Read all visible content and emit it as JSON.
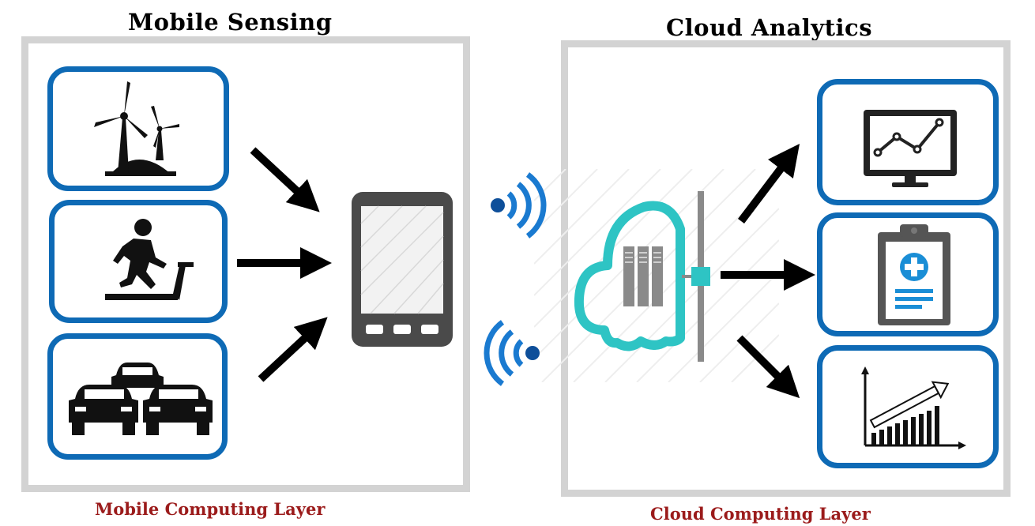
{
  "titles": {
    "left": "Mobile Sensing",
    "right": "Cloud Analytics"
  },
  "layers": {
    "left": "Mobile Computing Layer",
    "right": "Cloud Computing Layer"
  },
  "icons": {
    "sensors": [
      "wind-turbine-icon",
      "treadmill-runner-icon",
      "traffic-cars-icon"
    ],
    "hub": "smartphone-icon",
    "links": [
      "wifi-signal-icon",
      "wifi-signal-icon"
    ],
    "cloud": "cloud-server-icon",
    "outputs": [
      "monitor-line-chart-icon",
      "medical-clipboard-icon",
      "growth-bar-chart-icon"
    ]
  },
  "colors": {
    "card_border": "#0e6ab5",
    "panel_border": "#d3d3d3",
    "cloud": "#2ec4c4",
    "layer_label": "#9b1b1b",
    "arrow": "#000000",
    "phone": "#4a4a4a"
  }
}
